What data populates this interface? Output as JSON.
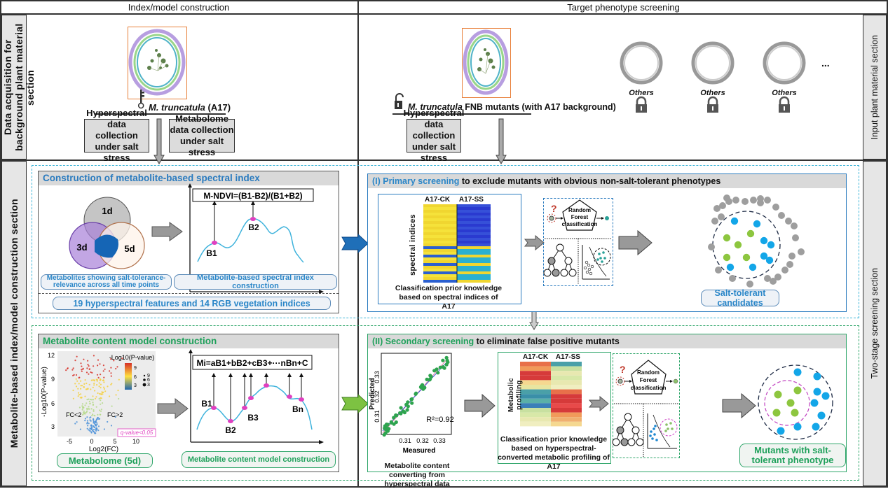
{
  "columns": {
    "left_header": "Index/model construction",
    "right_header": "Target phenotype screening"
  },
  "row_labels": {
    "left_top": "Data acquisition for background plant material section",
    "left_bottom": "Metabolite-based index/model construction section",
    "right_top": "Input plant material section",
    "right_bottom": "Two-stage screening section"
  },
  "input_section": {
    "a17_label_italic": "M. truncatula",
    "a17_label_rest": " (A17)",
    "box_hyperspectral": "Hyperspectral data collection under salt stress",
    "box_metabolome": "Metabolome data collection under salt stress",
    "fnb_label_italic": "M. truncatula",
    "fnb_label_rest": " FNB mutants (with A17 background)",
    "box_hyperspectral_right": "Hyperspectral data collection under salt stress",
    "others": [
      "Others",
      "Others",
      "Others"
    ],
    "ellipsis": "..."
  },
  "spectral_index_panel": {
    "title": "Construction of metabolite-based spectral index",
    "venn_labels": [
      "1d",
      "3d",
      "5d"
    ],
    "formula": "M-NDVI=(B1-B2)/(B1+B2)",
    "band_labels": [
      "B1",
      "B2"
    ],
    "pill_left": "Metabolites showing salt-tolerance-relevance across all time points",
    "pill_right": "Metabolite-based spectral index construction",
    "pill_bottom": "19 hyperspectral features and 14  RGB vegetation indices"
  },
  "content_model_panel": {
    "title": "Metabolite content model construction",
    "volcano": {
      "ylabel": "-Log10(P-value)",
      "xlabel": "Log2(FC)",
      "yticks": [
        "12",
        "9",
        "6",
        "3"
      ],
      "xticks": [
        "-5",
        "0",
        "5",
        "10"
      ],
      "legend_title": "-Log10(P-value)",
      "color_ticks": [
        "9",
        "6",
        "3"
      ],
      "size_ticks": [
        "9",
        "6",
        "3"
      ],
      "fc_low": "FC<2",
      "fc_high": "FC>2",
      "qvalue": "q-value<0.05"
    },
    "formula": "Mi=aB1+bB2+cB3+···nBn+C",
    "band_labels": [
      "B1",
      "B2",
      "B3",
      "Bn"
    ],
    "pill_left": "Metabolome (5d)",
    "pill_right": "Metabolite content model construction"
  },
  "primary_screening": {
    "title_colored": "(I) Primary screening",
    "title_rest": " to exclude mutants with obvious non-salt-tolerant phenotypes",
    "heatmap_cols": [
      "A17-CK",
      "A17-SS"
    ],
    "heatmap_ylabel": "spectral  indices",
    "caption": "Classification prior knowledge based on spectral  indices of A17",
    "rf_label": "Random Forest classification",
    "question": "?",
    "result_pill": "Salt-tolerant candidates"
  },
  "secondary_screening": {
    "title_colored": "(II) Secondary screening",
    "title_rest": " to eliminate false positive mutants",
    "scatter": {
      "ylabel": "Predicted",
      "xlabel": "Measured",
      "yticks": [
        "0.31",
        "0.32",
        "0.33"
      ],
      "xticks": [
        "0.31",
        "0.32",
        "0.33"
      ],
      "r2": "R²=0.92"
    },
    "scatter_caption": "Metabolite content converting from hyperspectral data",
    "heatmap_cols": [
      "A17-CK",
      "A17-SS"
    ],
    "heatmap_ylabel": "Metabolic profiling",
    "caption": "Classification prior knowledge based on hyperspectral-converted metabolic profiling of A17",
    "rf_label": "Random Forest classification",
    "question": "?",
    "result_pill": "Mutants with salt-tolerant phenotype"
  },
  "colors": {
    "blue_accent": "#2a7bbf",
    "green_accent": "#1ea05a",
    "dash_blue": "#3db5d8",
    "dash_green": "#2fa66a",
    "magenta": "#e040c0",
    "orange_frame": "#e8803a"
  }
}
